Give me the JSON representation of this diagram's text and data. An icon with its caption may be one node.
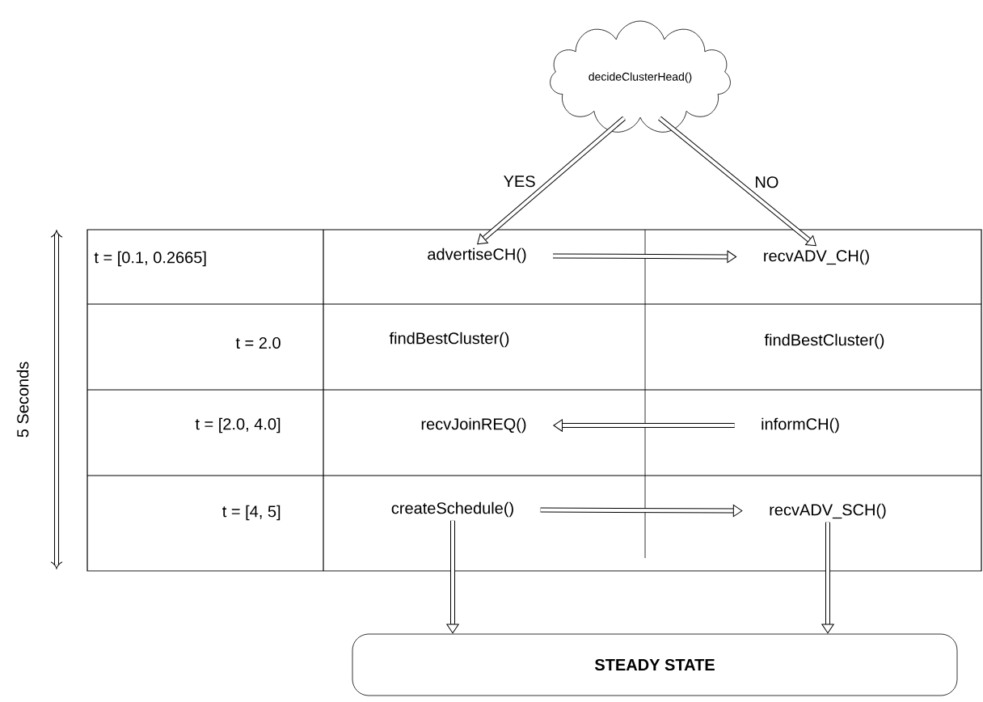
{
  "diagram": {
    "nodes": [
      {
        "text": [
          "decideClusterHead()"
        ]
      },
      {
        "text": [
          "advertiseCH()"
        ]
      },
      {
        "text": [
          "recvADV_CH()"
        ]
      },
      {
        "text": [
          "findBestCluster()"
        ]
      },
      {
        "text": [
          "findBestCluster()"
        ]
      },
      {
        "text": [
          "recvJoinREQ()"
        ]
      },
      {
        "text": [
          "informCH()"
        ]
      },
      {
        "text": [
          "createSchedule()"
        ]
      },
      {
        "text": [
          "recvADV_SCH()"
        ]
      },
      {
        "text": [
          "STEADY STATE"
        ]
      }
    ],
    "edges": [
      {
        "from": 0,
        "to": 1,
        "arrow": "to",
        "label": "YES"
      },
      {
        "from": 0,
        "to": 2,
        "arrow": "to",
        "label": "NO"
      },
      {
        "from": 1,
        "to": 2,
        "arrow": "to"
      },
      {
        "from": 6,
        "to": 5,
        "arrow": "to"
      },
      {
        "from": 7,
        "to": 8,
        "arrow": "to"
      },
      {
        "from": 7,
        "to": 9,
        "arrow": "to"
      },
      {
        "from": 8,
        "to": 9,
        "arrow": "to"
      }
    ],
    "labels": [
      "5 Seconds",
      "t = [0.1, 0.2665]",
      "t = 2.0",
      "t = [2.0, 4.0]",
      "t = [4, 5]"
    ]
  }
}
